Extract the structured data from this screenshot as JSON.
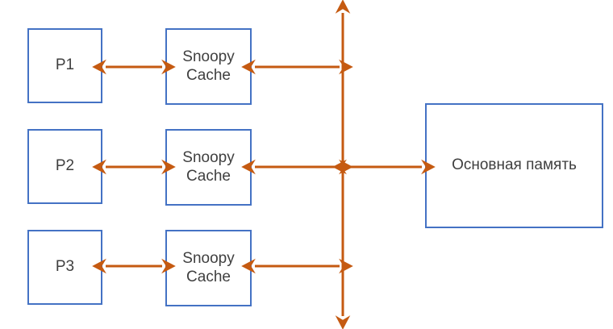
{
  "diagram": {
    "title": "Snoopy cache coherence bus diagram",
    "background_color": "#ffffff",
    "box_border_color": "#4472C4",
    "arrow_color": "#C55A11",
    "text_color": "#3f3f3f",
    "processors": [
      {
        "id": "p1",
        "label": "P1"
      },
      {
        "id": "p2",
        "label": "P2"
      },
      {
        "id": "p3",
        "label": "P3"
      }
    ],
    "caches": [
      {
        "id": "cache1",
        "label": "Snoopy\nCache"
      },
      {
        "id": "cache2",
        "label": "Snoopy\nCache"
      },
      {
        "id": "cache3",
        "label": "Snoopy\nCache"
      }
    ],
    "memory": {
      "id": "main-memory",
      "label": "Основная память"
    },
    "bus": {
      "id": "system-bus",
      "label": ""
    },
    "connections": [
      {
        "from": "p1",
        "to": "cache1",
        "type": "double-arrow"
      },
      {
        "from": "cache1",
        "to": "system-bus",
        "type": "double-arrow"
      },
      {
        "from": "p2",
        "to": "cache2",
        "type": "double-arrow"
      },
      {
        "from": "cache2",
        "to": "system-bus",
        "type": "double-arrow"
      },
      {
        "from": "p3",
        "to": "cache3",
        "type": "double-arrow"
      },
      {
        "from": "cache3",
        "to": "system-bus",
        "type": "double-arrow"
      },
      {
        "from": "system-bus",
        "to": "main-memory",
        "type": "double-arrow"
      }
    ]
  }
}
